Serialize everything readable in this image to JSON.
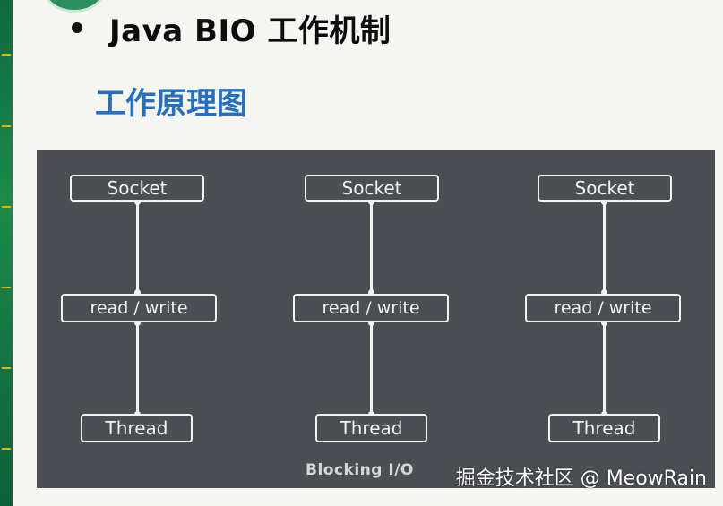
{
  "slide": {
    "title": "Java BIO 工作机制",
    "subtitle": "工作原理图"
  },
  "diagram": {
    "columns": [
      {
        "socket": "Socket",
        "rw": "read / write",
        "thread": "Thread"
      },
      {
        "socket": "Socket",
        "rw": "read / write",
        "thread": "Thread"
      },
      {
        "socket": "Socket",
        "rw": "read / write",
        "thread": "Thread"
      }
    ],
    "caption": "Blocking I/O"
  },
  "watermark": "掘金技术社区 @ MeowRain",
  "colors": {
    "diagram_bg": "#4b4e53",
    "subtitle": "#2670bf",
    "box_stroke": "#f2f2f2"
  }
}
